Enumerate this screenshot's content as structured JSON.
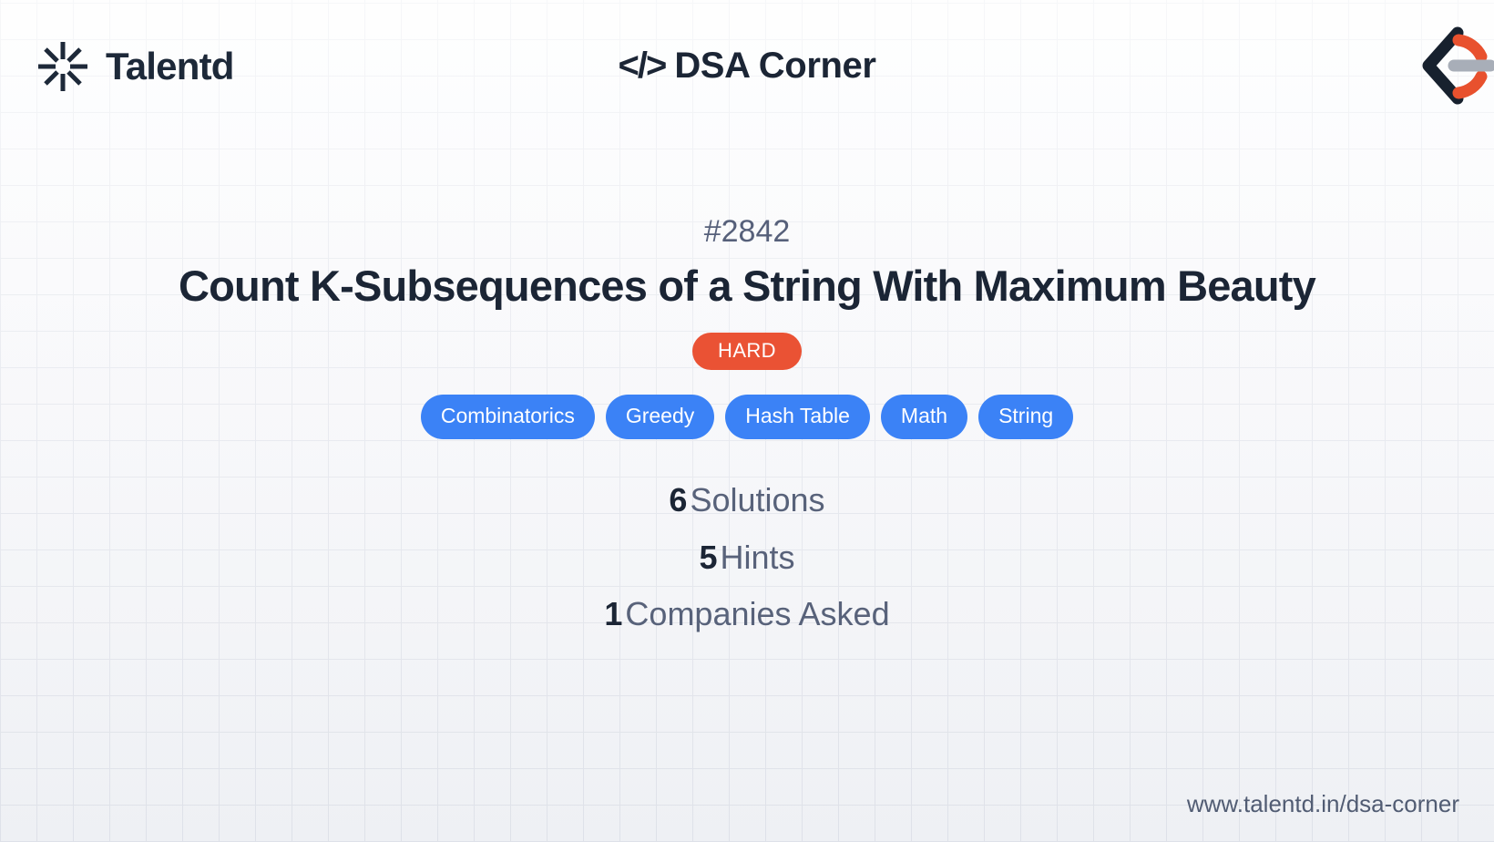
{
  "header": {
    "brand_name": "Talentd",
    "brand_icon": "asterisk-starburst-icon",
    "title_code_mark": "</>",
    "title_text": "DSA Corner",
    "corner_logo_icon": "talentd-chevron-mark-icon"
  },
  "problem": {
    "number": "#2842",
    "title": "Count K-Subsequences of a String With Maximum Beauty",
    "difficulty": "HARD",
    "tags": [
      {
        "label": "Combinatorics"
      },
      {
        "label": "Greedy"
      },
      {
        "label": "Hash Table"
      },
      {
        "label": "Math"
      },
      {
        "label": "String"
      }
    ],
    "stats": [
      {
        "value": "6",
        "label": "Solutions"
      },
      {
        "value": "5",
        "label": "Hints"
      },
      {
        "value": "1",
        "label": "Companies Asked"
      }
    ]
  },
  "footer": {
    "url": "www.talentd.in/dsa-corner"
  },
  "colors": {
    "difficulty_hard": "#ea5234",
    "tag_blue": "#3b82f6",
    "text_dark": "#1b2535",
    "text_muted": "#58627a",
    "grid_line": "#dcdfe7",
    "logo_navy": "#1d2939",
    "logo_orange": "#e8512e",
    "logo_gray": "#a8aeb8"
  }
}
